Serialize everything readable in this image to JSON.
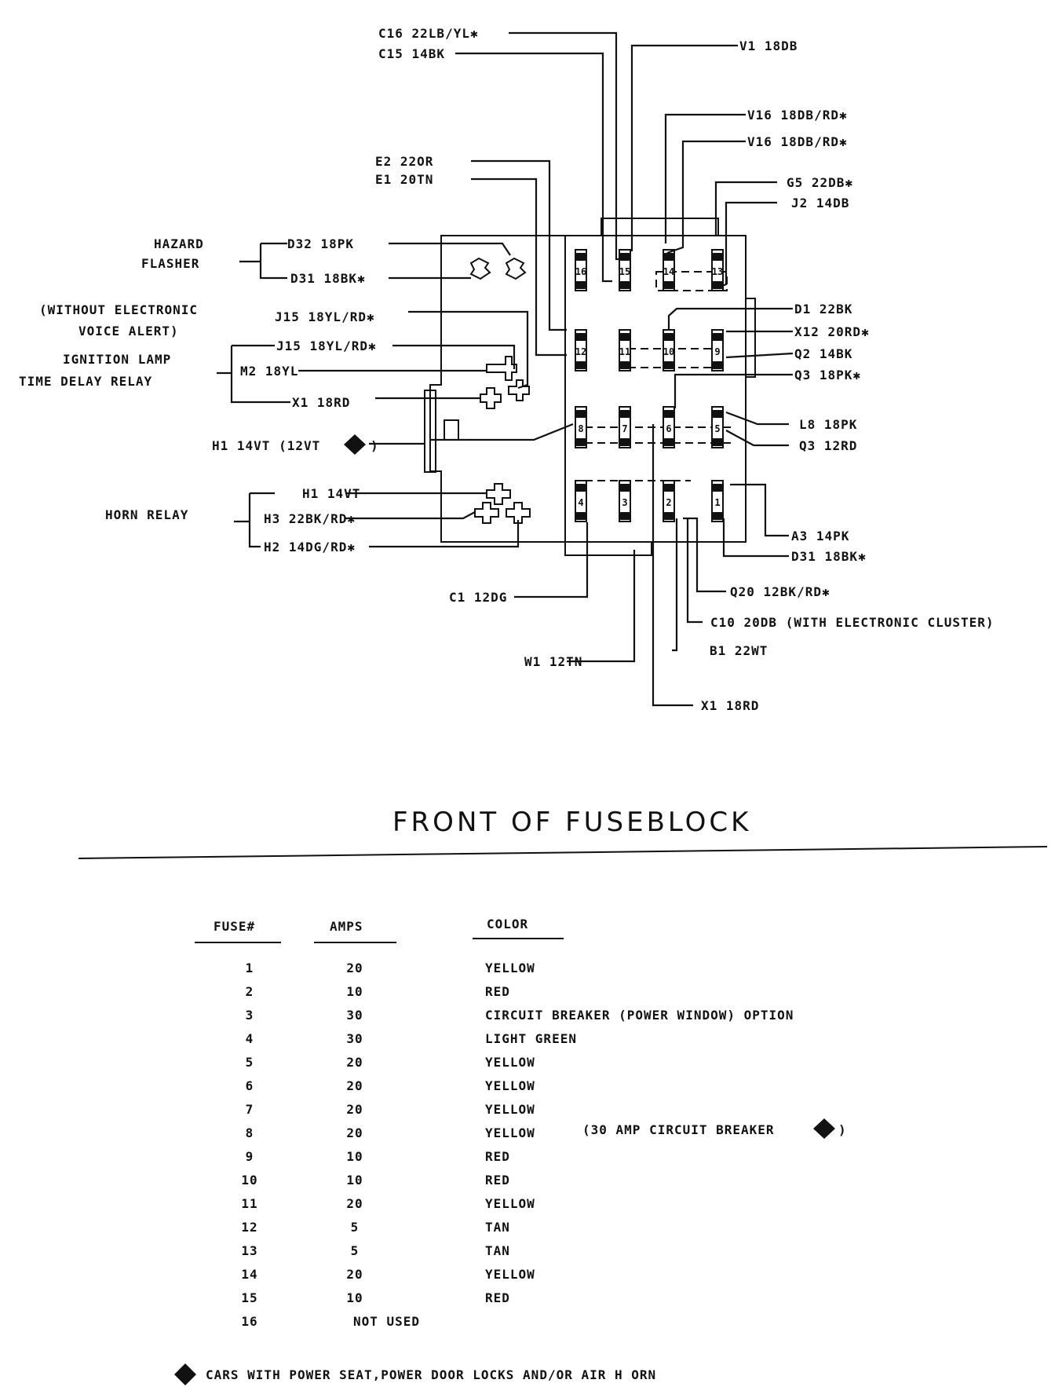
{
  "diagram": {
    "title": "FRONT OF FUSEBLOCK",
    "wire_labels": {
      "c16": "C16 22LB/YL✱",
      "c15": "C15 14BK",
      "v1": "V1 18DB",
      "v16a": "V16 18DB/RD✱",
      "v16b": "V16 18DB/RD✱",
      "e2": "E2 22OR",
      "e1": "E1 20TN",
      "g5": "G5 22DB✱",
      "j2": "J2 14DB",
      "d32": "D32 18PK",
      "d31a": "D31 18BK✱",
      "j15a": "J15 18YL/RD✱",
      "j15b": "J15 18YL/RD✱",
      "m2": "M2 18YL",
      "x1a": "X1 18RD",
      "h1a": "H1 14VT (12VT",
      "h1a_end": ")",
      "h1b": "H1 14VT",
      "h3": "H3 22BK/RD✱",
      "h2": "H2 14DG/RD✱",
      "d1": "D1 22BK",
      "x12": "X12 20RD✱",
      "q2": "Q2 14BK",
      "q3pk": "Q3 18PK✱",
      "l8": "L8 18PK",
      "q3rd": "Q3 12RD",
      "a3": "A3 14PK",
      "d31b": "D31 18BK✱",
      "q20": "Q20 12BK/RD✱",
      "c10": "C10 20DB (WITH ELECTRONIC CLUSTER)",
      "b1": "B1 22WT",
      "c1": "C1 12DG",
      "w1": "W1 12TN",
      "x1b": "X1 18RD"
    },
    "group_labels": {
      "hazard1": "HAZARD",
      "hazard2": "FLASHER",
      "without1": "(WITHOUT ELECTRONIC",
      "without2": "VOICE ALERT)",
      "ign1": "IGNITION LAMP",
      "ign2": "TIME DELAY RELAY",
      "horn": "HORN RELAY"
    },
    "fuse_numbers": [
      "16",
      "15",
      "14",
      "13",
      "12",
      "11",
      "10",
      "9",
      "8",
      "7",
      "6",
      "5",
      "4",
      "3",
      "2",
      "1"
    ]
  },
  "table": {
    "headers": {
      "fuse": "FUSE#",
      "amps": "AMPS",
      "color": "COLOR"
    },
    "rows": [
      {
        "fuse": "1",
        "amps": "20",
        "color": "YELLOW"
      },
      {
        "fuse": "2",
        "amps": "10",
        "color": "RED"
      },
      {
        "fuse": "3",
        "amps": "30",
        "color": "CIRCUIT BREAKER (POWER WINDOW) OPTION"
      },
      {
        "fuse": "4",
        "amps": "30",
        "color": "LIGHT GREEN"
      },
      {
        "fuse": "5",
        "amps": "20",
        "color": "YELLOW"
      },
      {
        "fuse": "6",
        "amps": "20",
        "color": "YELLOW"
      },
      {
        "fuse": "7",
        "amps": "20",
        "color": "YELLOW"
      },
      {
        "fuse": "8",
        "amps": "20",
        "color": "YELLOW"
      },
      {
        "fuse": "9",
        "amps": "10",
        "color": "RED"
      },
      {
        "fuse": "10",
        "amps": "10",
        "color": "RED"
      },
      {
        "fuse": "11",
        "amps": "20",
        "color": "YELLOW"
      },
      {
        "fuse": "12",
        "amps": "5",
        "color": "TAN"
      },
      {
        "fuse": "13",
        "amps": "5",
        "color": "TAN"
      },
      {
        "fuse": "14",
        "amps": "20",
        "color": "YELLOW"
      },
      {
        "fuse": "15",
        "amps": "10",
        "color": "RED"
      },
      {
        "fuse": "16",
        "amps": "NOT USED",
        "color": ""
      }
    ],
    "note_row8": "(30 AMP CIRCUIT BREAKER",
    "note_row8_end": ")",
    "footnote": "CARS WITH POWER SEAT,POWER DOOR LOCKS AND/OR AIR H   ORN"
  }
}
